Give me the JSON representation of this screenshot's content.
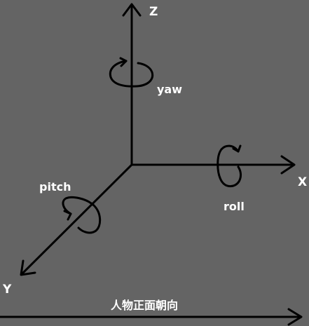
{
  "axes": {
    "z": "Z",
    "x": "X",
    "y": "Y"
  },
  "rotations": {
    "yaw": "yaw",
    "roll": "roll",
    "pitch": "pitch"
  },
  "caption": "人物正面朝向",
  "colors": {
    "background": "#646464",
    "stroke": "#000000",
    "text": "#ffffff"
  }
}
